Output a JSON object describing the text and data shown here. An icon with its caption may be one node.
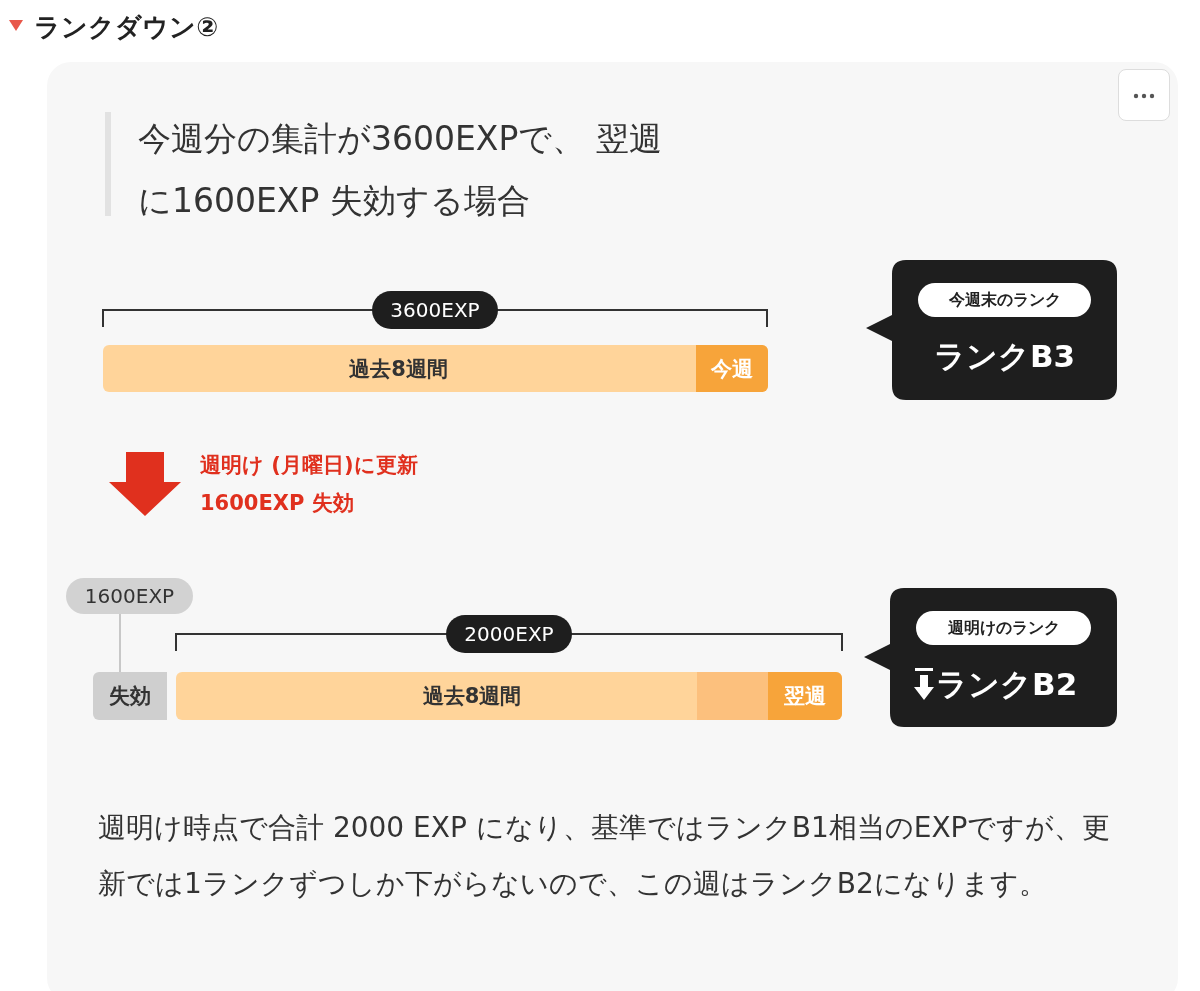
{
  "diagram": {
    "title": "ランクダウン②",
    "nodes": [
      {
        "text": [
          "過去8週間"
        ]
      },
      {
        "text": [
          "今週"
        ],
        "in": 0
      },
      {
        "text": [
          "今週末のランク",
          "ランクB3"
        ]
      },
      {
        "text": [
          "1600EXP"
        ]
      },
      {
        "text": [
          "失効"
        ]
      },
      {
        "text": [
          "過去8週間"
        ]
      },
      {
        "text": [
          "翌週"
        ],
        "in": 5
      },
      {
        "text": [
          "週明けのランク",
          "ランクB2"
        ]
      }
    ],
    "edges": [
      {
        "from": 3,
        "to": 4,
        "arrow": "none"
      }
    ],
    "labels": [
      "今週分の集計が3600EXPで、 翌週に1600EXP 失効する場合",
      "3600EXP",
      "週明け (月曜日)に更新",
      "1600EXP 失効",
      "2000EXP",
      "週明け時点で合計 2000 EXP になり、基準ではランクB1相当のEXPですが、更新では1ランクずつしか下がらないので、この週はランクB2になります。"
    ]
  }
}
